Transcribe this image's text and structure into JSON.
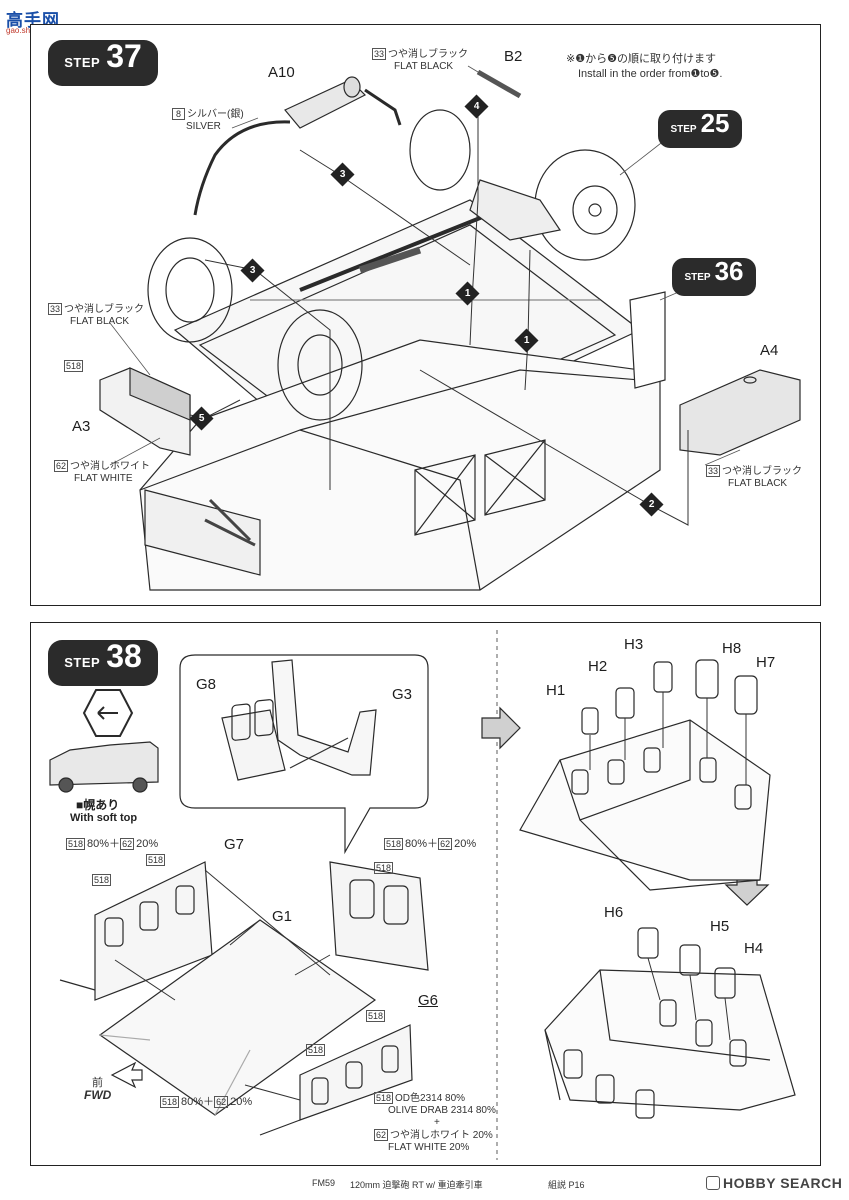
{
  "header": {
    "logo_text": "高手网",
    "logo_subtext": "gao.shou.com"
  },
  "step37": {
    "badge_word": "STEP",
    "badge_num": "37",
    "ref25_word": "STEP",
    "ref25_num": "25",
    "ref36_word": "STEP",
    "ref36_num": "36",
    "note_jp": "※❶から❺の順に取り付けます",
    "note_en": "Install in the order from❶to❺.",
    "parts": {
      "a10": "A10",
      "b2": "B2",
      "a3": "A3",
      "a4": "A4"
    },
    "paint_silver_num": "8",
    "paint_silver_jp": "シルバー(銀)",
    "paint_silver_en": "SILVER",
    "paint_black1_num": "33",
    "paint_black1_jp": "つや消しブラック",
    "paint_black1_en": "FLAT BLACK",
    "paint_black2_num": "33",
    "paint_black2_jp": "つや消しブラック",
    "paint_black2_en": "FLAT BLACK",
    "paint_black3_num": "33",
    "paint_black3_jp": "つや消しブラック",
    "paint_black3_en": "FLAT BLACK",
    "paint_518": "518",
    "paint_white_num": "62",
    "paint_white_jp": "つや消しホワイト",
    "paint_white_en": "FLAT WHITE",
    "markers": {
      "m1": "1",
      "m2": "2",
      "m3": "3",
      "m4": "4",
      "m5": "5"
    }
  },
  "step38": {
    "badge_word": "STEP",
    "badge_num": "38",
    "soft_top_jp": "■幌あり",
    "soft_top_en": "With soft top",
    "parts": {
      "g8": "G8",
      "g3": "G3",
      "g7": "G7",
      "g1": "G1",
      "g6": "G6",
      "h1": "H1",
      "h2": "H2",
      "h3": "H3",
      "h8": "H8",
      "h7": "H7",
      "h6": "H6",
      "h5": "H5",
      "h4": "H4"
    },
    "mix_a": "80%＋",
    "mix_b": "20%",
    "num_518": "518",
    "num_62": "62",
    "fwd_jp": "前",
    "fwd_en": "FWD",
    "legend_od_num": "518",
    "legend_od_jp": "OD色2314 80%",
    "legend_od_en": "OLIVE DRAB 2314 80%",
    "legend_plus": "+",
    "legend_white_num": "62",
    "legend_white_jp": "つや消しホワイト 20%",
    "legend_white_en": "FLAT WHITE  20%"
  },
  "footer": {
    "code": "FM59",
    "title": "120mm 迫撃砲 RT w/ 重迫牽引車",
    "page": "組説 P16",
    "brand": "HOBBY SEARCH"
  }
}
